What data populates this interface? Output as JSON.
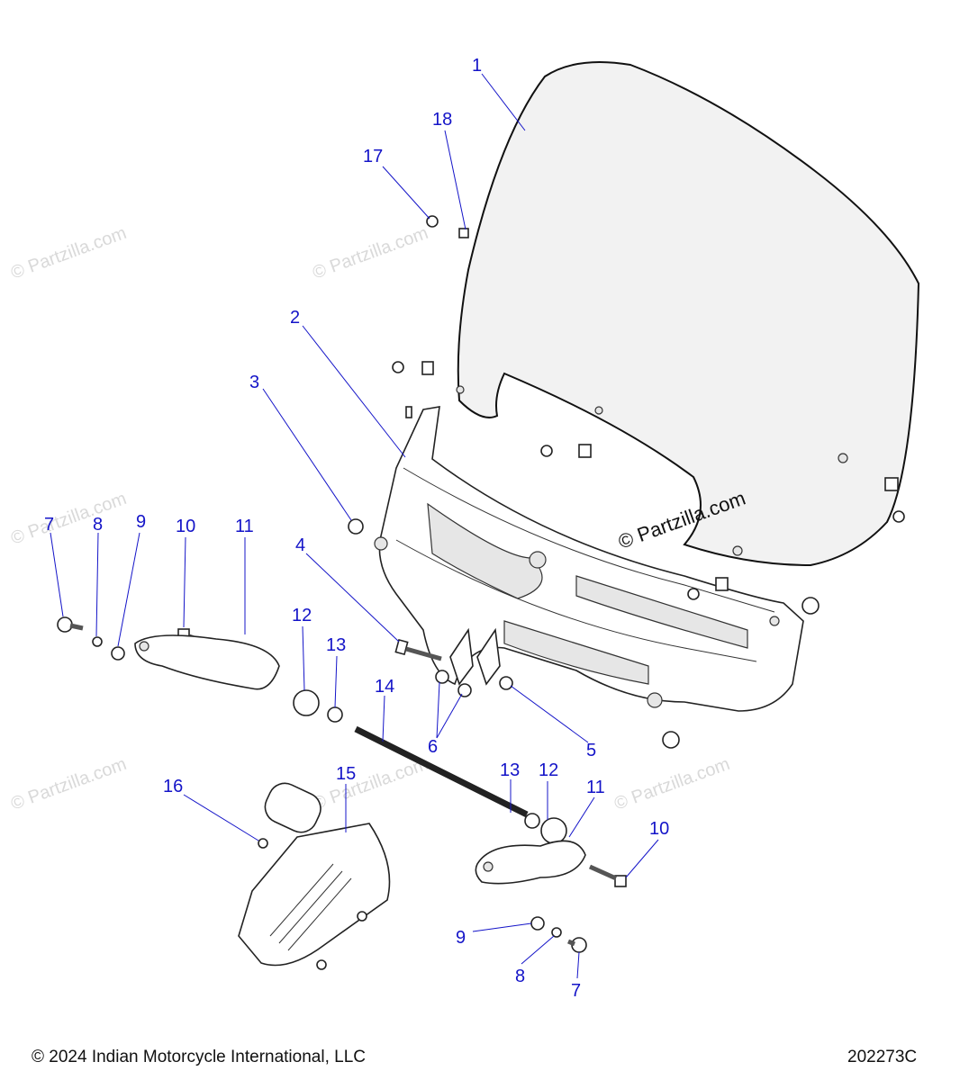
{
  "watermark": "© Partzilla.com",
  "callouts": [
    {
      "id": "callout-1",
      "label": "1"
    },
    {
      "id": "callout-2",
      "label": "2"
    },
    {
      "id": "callout-3",
      "label": "3"
    },
    {
      "id": "callout-4",
      "label": "4"
    },
    {
      "id": "callout-5",
      "label": "5"
    },
    {
      "id": "callout-6",
      "label": "6"
    },
    {
      "id": "callout-7-left",
      "label": "7"
    },
    {
      "id": "callout-7-right",
      "label": "7"
    },
    {
      "id": "callout-8-left",
      "label": "8"
    },
    {
      "id": "callout-8-right",
      "label": "8"
    },
    {
      "id": "callout-9-left",
      "label": "9"
    },
    {
      "id": "callout-9-right",
      "label": "9"
    },
    {
      "id": "callout-10-left",
      "label": "10"
    },
    {
      "id": "callout-10-right",
      "label": "10"
    },
    {
      "id": "callout-11-left",
      "label": "11"
    },
    {
      "id": "callout-11-right",
      "label": "11"
    },
    {
      "id": "callout-12-left",
      "label": "12"
    },
    {
      "id": "callout-12-right",
      "label": "12"
    },
    {
      "id": "callout-13-left",
      "label": "13"
    },
    {
      "id": "callout-13-right",
      "label": "13"
    },
    {
      "id": "callout-14",
      "label": "14"
    },
    {
      "id": "callout-15",
      "label": "15"
    },
    {
      "id": "callout-16",
      "label": "16"
    },
    {
      "id": "callout-17",
      "label": "17"
    },
    {
      "id": "callout-18",
      "label": "18"
    }
  ],
  "footer": {
    "copyright": "© 2024 Indian Motorcycle International, LLC",
    "diagram_code": "202273C"
  }
}
